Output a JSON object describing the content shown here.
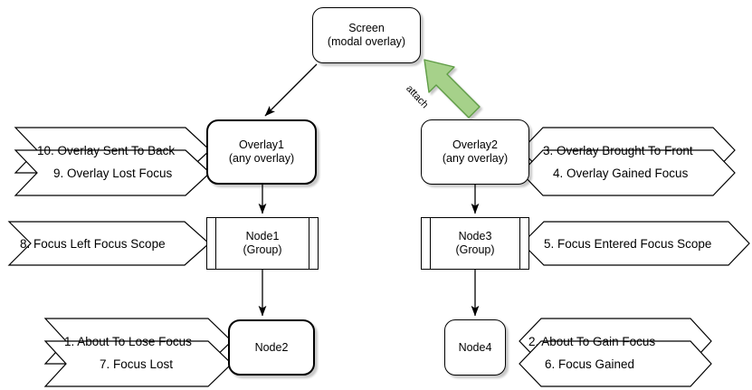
{
  "diagram": {
    "title": "Focus and overlay event flow diagram",
    "background": "#ffffff",
    "stroke": "#000000",
    "accent_green_fill": "#A6D18A",
    "accent_green_stroke": "#5E9C45"
  },
  "nodes": {
    "screen": {
      "line1": "Screen",
      "line2": "(modal overlay)"
    },
    "overlay1": {
      "line1": "Overlay1",
      "line2": "(any overlay)"
    },
    "overlay2": {
      "line1": "Overlay2",
      "line2": "(any overlay)"
    },
    "node1": {
      "line1": "Node1",
      "line2": "(Group)"
    },
    "node2": {
      "line1": "Node2",
      "line2": ""
    },
    "node3": {
      "line1": "Node3",
      "line2": "(Group)"
    },
    "node4": {
      "line1": "Node4",
      "line2": ""
    }
  },
  "edges": {
    "attach_label": "attach"
  },
  "events": {
    "left": [
      {
        "id": "e10",
        "text": "10. Overlay Sent To Back"
      },
      {
        "id": "e9",
        "text": "9. Overlay Lost Focus"
      },
      {
        "id": "e8",
        "text": "8. Focus Left Focus Scope"
      },
      {
        "id": "e1",
        "text": "1. About To Lose Focus"
      },
      {
        "id": "e7",
        "text": "7. Focus Lost"
      }
    ],
    "right": [
      {
        "id": "e3",
        "text": "3. Overlay Brought To Front"
      },
      {
        "id": "e4",
        "text": "4. Overlay Gained Focus"
      },
      {
        "id": "e5",
        "text": "5. Focus Entered Focus Scope"
      },
      {
        "id": "e2",
        "text": "2. About To Gain Focus"
      },
      {
        "id": "e6",
        "text": "6. Focus Gained"
      }
    ]
  }
}
